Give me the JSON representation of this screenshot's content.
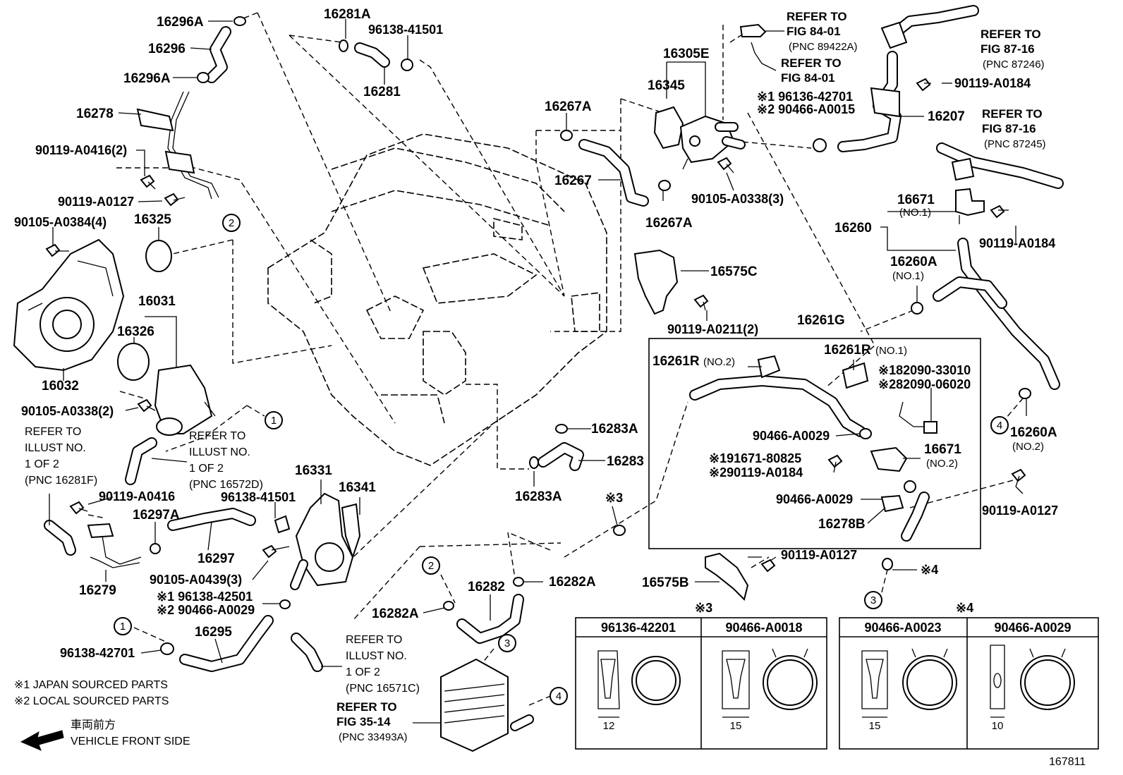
{
  "labels": {
    "p16296A_1": "16296A",
    "p16296": "16296",
    "p16296A_2": "16296A",
    "p16278": "16278",
    "p90119A0416_2": "90119-A0416(2)",
    "p90119A0127_a": "90119-A0127",
    "p90105A0384": "90105-A0384(4)",
    "p16325": "16325",
    "p16031": "16031",
    "p16326": "16326",
    "p16032": "16032",
    "p90105A0338_2": "90105-A0338(2)",
    "p16281A": "16281A",
    "p96138_41501_a": "96138-41501",
    "p16281": "16281",
    "p16267A_1": "16267A",
    "p16267": "16267",
    "p16267A_2": "16267A",
    "p16345": "16345",
    "p16305E": "16305E",
    "p90105A0338_3": "90105-A0338(3)",
    "p16575C": "16575C",
    "p90119A0211": "90119-A0211(2)",
    "p16207": "16207",
    "p90119A0184_a": "90119-A0184",
    "p16671_1": "16671",
    "p16671_1no": "(NO.1)",
    "p16260": "16260",
    "p90119A0184_b": "90119-A0184",
    "p16260A_1": "16260A",
    "p16260A_1no": "(NO.1)",
    "p16261G": "16261G",
    "p16261R_2": "16261R",
    "p16261R_2no": "(NO.2)",
    "p16261R_1": "16261R",
    "p16261R_1no": "(NO.1)",
    "p82090_33010": "※182090-33010",
    "p82090_06020": "※282090-06020",
    "p90466A0029_a": "90466-A0029",
    "p91671_80825": "※191671-80825",
    "p90119A0184_c": "※290119-A0184",
    "p16671_2": "16671",
    "p16671_2no": "(NO.2)",
    "p90466A0029_b": "90466-A0029",
    "p16278B": "16278B",
    "p16260A_2": "16260A",
    "p16260A_2no": "(NO.2)",
    "p90119A0127_b": "90119-A0127",
    "p90119A0127_c": "90119-A0127",
    "p16575B": "16575B",
    "p16283A_1": "16283A",
    "p16283": "16283",
    "p16283A_2": "16283A",
    "p16331": "16331",
    "p96138_41501_b": "96138-41501",
    "p16341": "16341",
    "p90119A0416": "90119-A0416",
    "p16297A": "16297A",
    "p16297": "16297",
    "p16279": "16279",
    "p90105A0439": "90105-A0439(3)",
    "p96138_42501": "※1 96138-42501",
    "p90466A0029_c": "※2 90466-A0029",
    "p16295": "16295",
    "p96138_42701_b": "96138-42701",
    "p16282A_1": "16282A",
    "p16282": "16282",
    "p16282A_2": "16282A",
    "p96136_42701": "※1 96136-42701",
    "p90466A0015": "※2 90466-A0015",
    "mark3": "※3",
    "mark4": "※4"
  },
  "refs": {
    "r1_l1": "REFER TO",
    "r1_l2": "FIG 84-01",
    "r1_l3": "(PNC 89422A)",
    "r2_l1": "REFER TO",
    "r2_l2": "FIG 84-01",
    "r3_l1": "REFER TO",
    "r3_l2": "FIG 87-16",
    "r3_l3": "(PNC 87246)",
    "r4_l1": "REFER TO",
    "r4_l2": "FIG 87-16",
    "r4_l3": "(PNC 87245)",
    "r5_l1": "REFER TO",
    "r5_l2": "ILLUST NO.",
    "r5_l3": "1 OF 2",
    "r5_l4": "(PNC 16281F)",
    "r6_l1": "REFER TO",
    "r6_l2": "ILLUST NO.",
    "r6_l3": "1 OF 2",
    "r6_l4": "(PNC 16572D)",
    "r7_l1": "REFER TO",
    "r7_l2": "ILLUST NO.",
    "r7_l3": "1 OF 2",
    "r7_l4": "(PNC 16571C)",
    "r8_l1": "REFER TO",
    "r8_l2": "FIG 35-14",
    "r8_l3": "(PNC 33493A)"
  },
  "circles": [
    "1",
    "2",
    "3",
    "4"
  ],
  "legend": {
    "japan": "※1 JAPAN SOURCED PARTS",
    "local": "※2 LOCAL SOURCED PARTS",
    "front_jp": "車両前方",
    "front_en": "VEHICLE FRONT SIDE"
  },
  "table3": {
    "mark": "※3",
    "col1": "96136-42201",
    "col2": "90466-A0018",
    "w1": "12",
    "w2": "15"
  },
  "table4": {
    "mark": "※4",
    "col1": "90466-A0023",
    "col2": "90466-A0029",
    "w1": "15",
    "w2": "10"
  },
  "figure_number": "167811"
}
